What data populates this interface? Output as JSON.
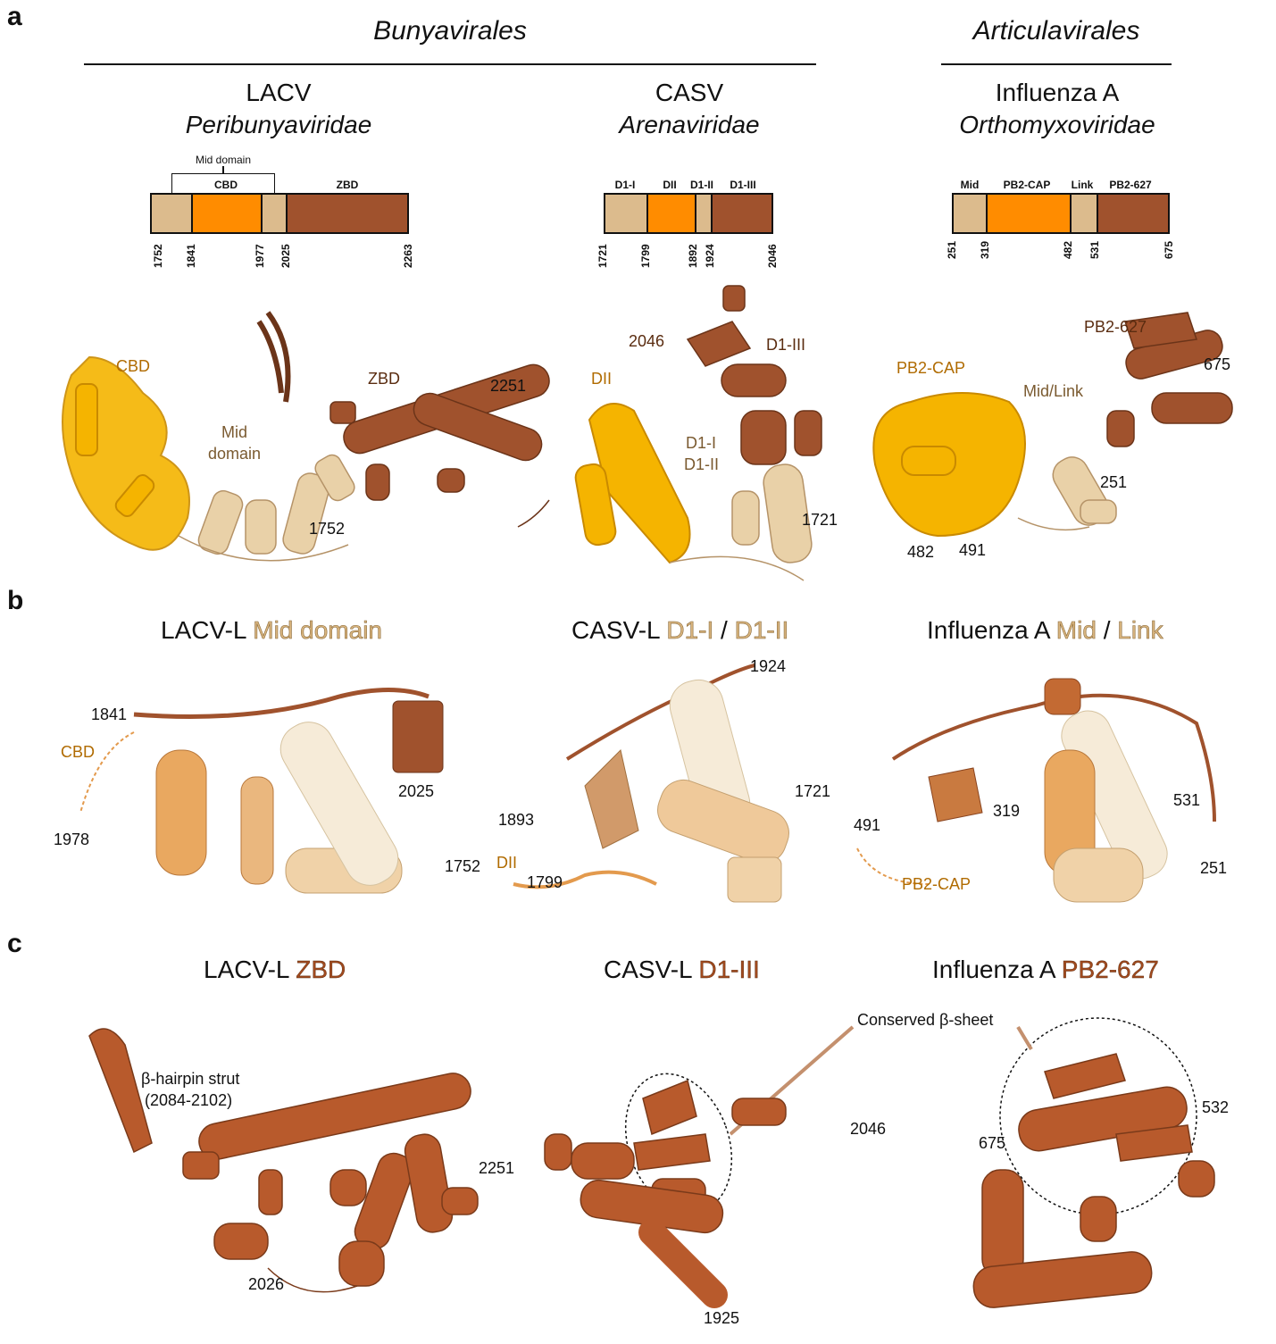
{
  "panels": {
    "a": "a",
    "b": "b",
    "c": "c"
  },
  "orders": {
    "bunya": "Bunyavirales",
    "articula": "Articulavirales"
  },
  "viruses": [
    {
      "name": "LACV",
      "family": "Peribunyaviridae"
    },
    {
      "name": "CASV",
      "family": "Arenaviridae"
    },
    {
      "name": "Influenza A",
      "family": "Orthomyxoviridae"
    }
  ],
  "domain_maps": {
    "lacv": {
      "bracket": "Mid domain",
      "labels": [
        "CBD",
        "ZBD"
      ],
      "ticks": [
        "1752",
        "1841",
        "1977",
        "2025",
        "2263"
      ]
    },
    "casv": {
      "labels": [
        "D1-I",
        "DII",
        "D1-II",
        "D1-III"
      ],
      "ticks": [
        "1721",
        "1799",
        "1892",
        "1924",
        "2046"
      ]
    },
    "flu": {
      "labels": [
        "Mid",
        "PB2-CAP",
        "Link",
        "PB2-627"
      ],
      "ticks": [
        "251",
        "319",
        "482",
        "531",
        "675"
      ]
    }
  },
  "colors": {
    "tan": "#dcbb8d",
    "orange": "#ff8c00",
    "brown": "#a0522d",
    "gold": "#f5b400"
  },
  "structure_labels_a": {
    "lacv": [
      "CBD",
      "Mid",
      "domain",
      "ZBD",
      "2251",
      "1752"
    ],
    "casv": [
      "2046",
      "D1-III",
      "DII",
      "D1-I",
      "D1-II",
      "1721"
    ],
    "flu": [
      "PB2-627",
      "675",
      "PB2-CAP",
      "Mid/Link",
      "251",
      "482",
      "491"
    ]
  },
  "panel_b": {
    "titles": [
      {
        "prefix": "LACV-L ",
        "part1": "Mid domain"
      },
      {
        "prefix": "CASV-L ",
        "part1": "D1-I",
        "sep": " / ",
        "part2": "D1-II"
      },
      {
        "prefix": "Influenza A ",
        "part1": "Mid",
        "sep": " / ",
        "part2": "Link"
      }
    ],
    "lacv_labels": [
      "1841",
      "CBD",
      "1978",
      "2025",
      "1752"
    ],
    "casv_labels": [
      "1924",
      "1721",
      "1893",
      "DII",
      "1799"
    ],
    "flu_labels": [
      "319",
      "531",
      "491",
      "251",
      "PB2-CAP"
    ]
  },
  "panel_c": {
    "titles": [
      {
        "prefix": "LACV-L ",
        "part1": "ZBD"
      },
      {
        "prefix": "CASV-L ",
        "part1": "D1-III"
      },
      {
        "prefix": "Influenza A ",
        "part1": "PB2-627"
      }
    ],
    "annotation": "Conserved β-sheet",
    "lacv_labels": [
      "β-hairpin strut",
      "(2084-2102)",
      "2251",
      "2026"
    ],
    "casv_labels": [
      "2046",
      "1925"
    ],
    "flu_labels": [
      "532",
      "675"
    ]
  }
}
